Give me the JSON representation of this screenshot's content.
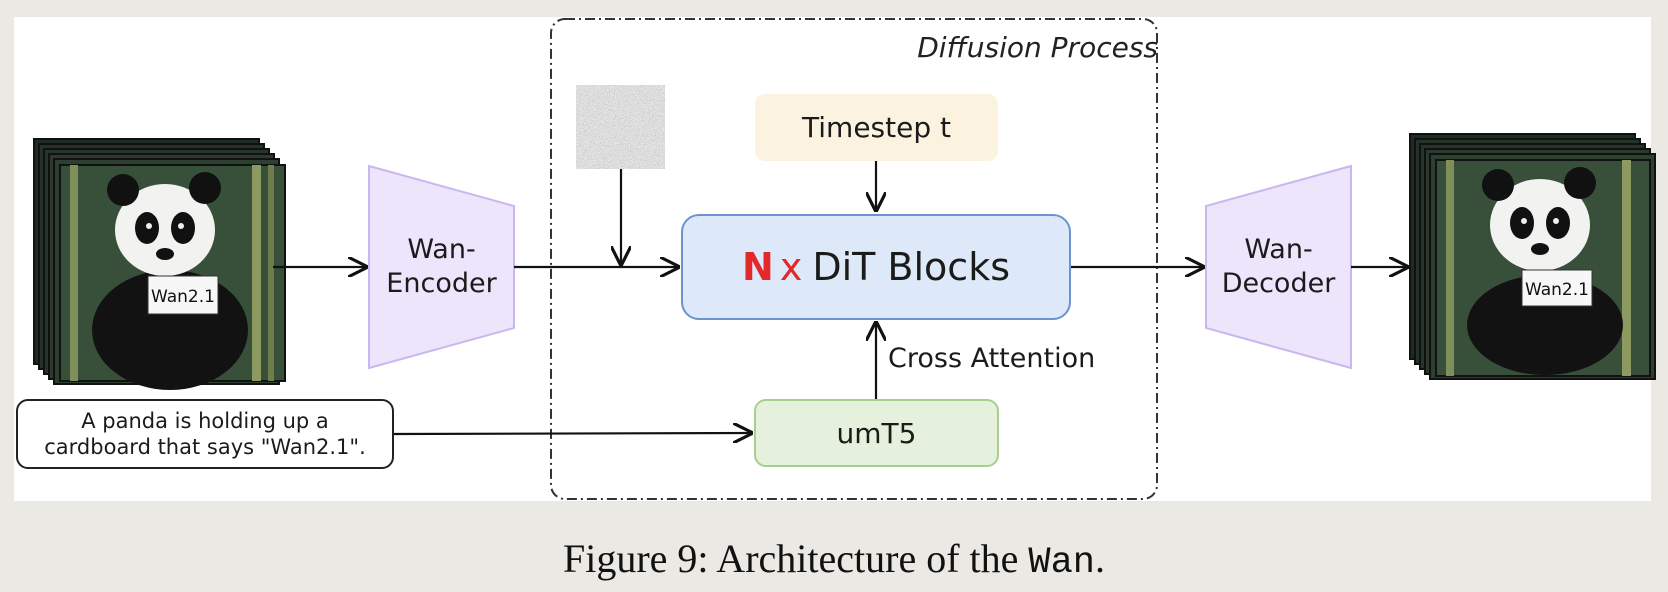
{
  "diagram": {
    "diffusion_process_label": "Diffusion Process",
    "timestep_label": "Timestep t",
    "dit_blocks": {
      "n": "N",
      "x": "x",
      "label": "DiT Blocks"
    },
    "cross_attention_label": "Cross Attention",
    "umt5_label": "umT5",
    "encoder_label_line1": "Wan-",
    "encoder_label_line2": "Encoder",
    "decoder_label_line1": "Wan-",
    "decoder_label_line2": "Decoder",
    "prompt_line1": "A panda is holding up a",
    "prompt_line2": "cardboard that says \"Wan2.1\".",
    "input_sign_text": "Wan2.1",
    "output_sign_text": "Wan2.1"
  },
  "caption": {
    "prefix": "Figure 9:  Architecture of the ",
    "mono": "Wan",
    "suffix": "."
  },
  "colors": {
    "trapezoid_fill": "#ece5fb",
    "trapezoid_stroke": "#c9b8ef",
    "dit_fill": "#dde9f8",
    "dit_stroke": "#6b93cf",
    "timestep_fill": "#fbf3df",
    "umt5_fill": "#e5f1dc",
    "umt5_stroke": "#a7cf8c",
    "accent_red": "#e3282a"
  }
}
